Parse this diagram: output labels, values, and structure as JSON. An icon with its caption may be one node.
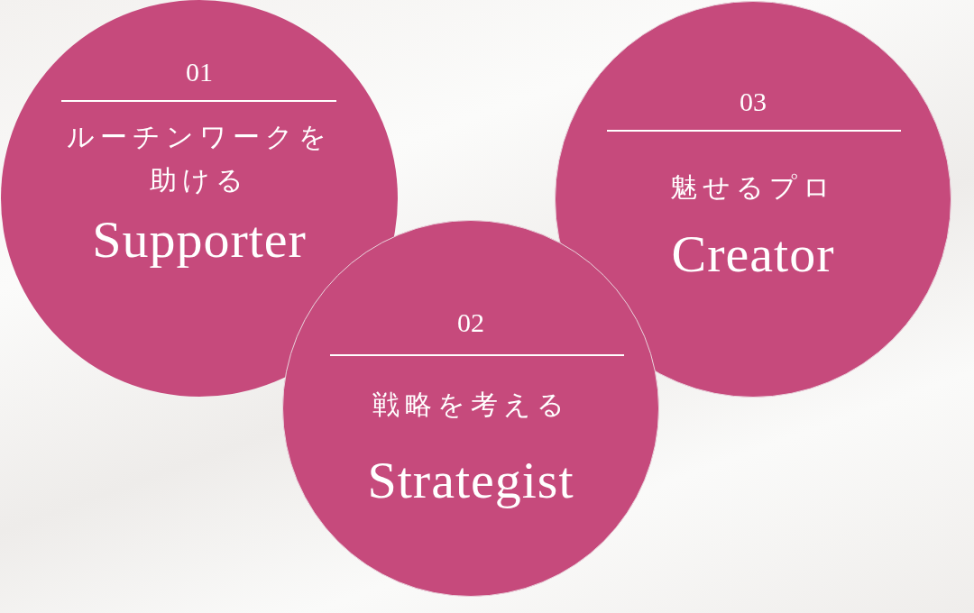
{
  "diagram": {
    "nodes": [
      {
        "text": [
          "01",
          "ルーチンワークを助ける",
          "Supporter"
        ]
      },
      {
        "text": [
          "02",
          "戦略を考える",
          "Strategist"
        ]
      },
      {
        "text": [
          "03",
          "魅せるプロ",
          "Creator"
        ]
      }
    ],
    "edges": []
  }
}
